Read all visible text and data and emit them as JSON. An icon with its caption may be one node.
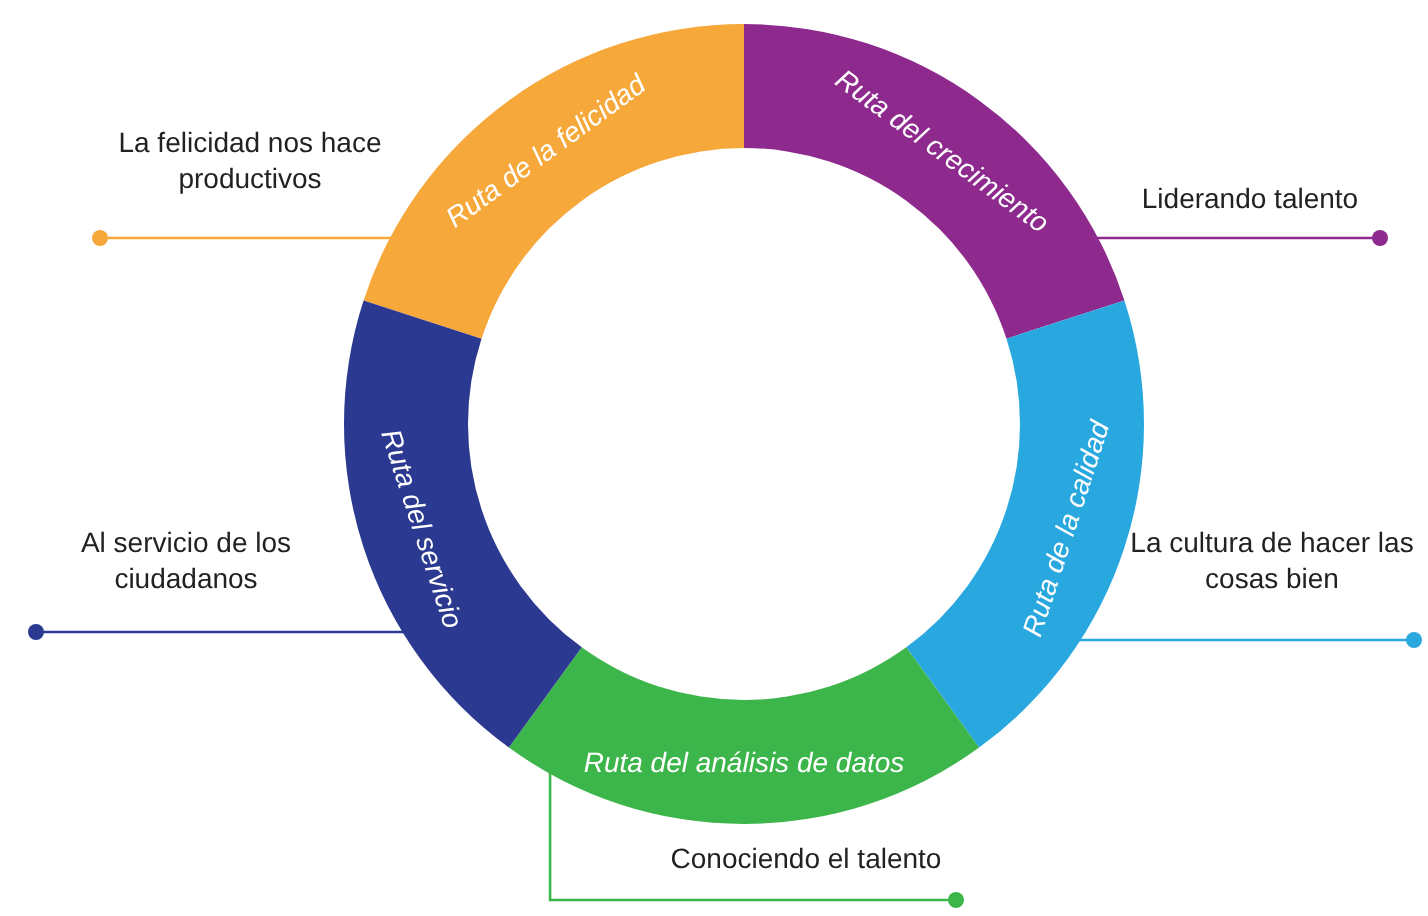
{
  "diagram": {
    "nodes": [
      {
        "text": [
          "Ruta de la felicidad"
        ]
      },
      {
        "text": [
          "Ruta del crecimiento"
        ]
      },
      {
        "text": [
          "Ruta de la calidad"
        ]
      },
      {
        "text": [
          "Ruta del análisis de datos"
        ]
      },
      {
        "text": [
          "Ruta del servicio"
        ]
      },
      {
        "text": [
          "La felicidad nos hace productivos"
        ]
      },
      {
        "text": [
          "Liderando talento"
        ]
      },
      {
        "text": [
          "La cultura de hacer las cosas bien"
        ]
      },
      {
        "text": [
          "Conociendo el talento"
        ]
      },
      {
        "text": [
          "Al servicio de los ciudadanos"
        ]
      }
    ],
    "edges": [
      {
        "from": 5,
        "to": 0,
        "arrow": "other",
        "color": "#f6a83b"
      },
      {
        "from": 6,
        "to": 1,
        "arrow": "other",
        "color": "#8e2a8e"
      },
      {
        "from": 7,
        "to": 2,
        "arrow": "other",
        "color": "#29a8e0"
      },
      {
        "from": 8,
        "to": 3,
        "arrow": "other",
        "color": "#3cb54a"
      },
      {
        "from": 9,
        "to": 4,
        "arrow": "other",
        "color": "#2b3990"
      }
    ]
  }
}
